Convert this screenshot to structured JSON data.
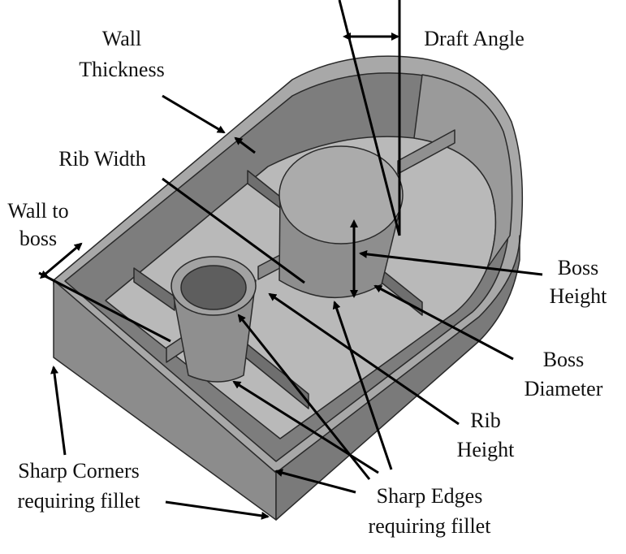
{
  "labels": {
    "wall_thickness": [
      "Wall",
      "Thickness"
    ],
    "draft_angle": [
      "Draft Angle"
    ],
    "rib_width": [
      "Rib Width"
    ],
    "wall_to_boss": [
      "Wall to",
      "boss"
    ],
    "boss_height": [
      "Boss",
      "Height"
    ],
    "boss_diameter": [
      "Boss",
      "Diameter"
    ],
    "rib_height": [
      "Rib",
      "Height"
    ],
    "sharp_corners": [
      "Sharp Corners",
      "requiring fillet"
    ],
    "sharp_edges": [
      "Sharp Edges",
      "requiring fillet"
    ]
  },
  "colors": {
    "body_light": "#a9a9a9",
    "body_mid": "#8f8f8f",
    "body_dark": "#6b6b6b",
    "floor": "#b8b8b8",
    "edge": "#2a2a2a",
    "annotation": "#000000"
  }
}
